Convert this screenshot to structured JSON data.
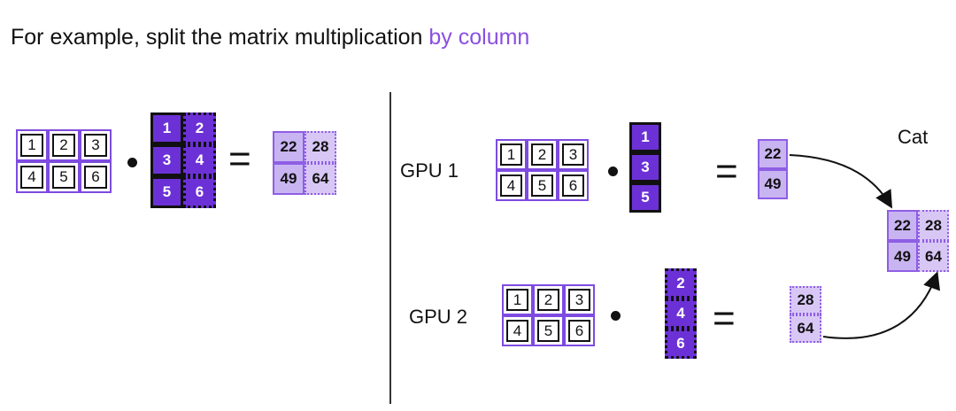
{
  "title": {
    "prefix": "For example, split the matrix multiplication ",
    "accent": "by column",
    "accent_color": "#8a4fe0"
  },
  "colors": {
    "cell_border": "#7e4be0",
    "dark_cell": "#6c31d6",
    "result_cell": "#c9b4f2"
  },
  "left": {
    "A": [
      [
        "1",
        "2",
        "3"
      ],
      [
        "4",
        "5",
        "6"
      ]
    ],
    "B": [
      [
        "1",
        "2"
      ],
      [
        "3",
        "4"
      ],
      [
        "5",
        "6"
      ]
    ],
    "C": [
      [
        "22",
        "28"
      ],
      [
        "49",
        "64"
      ]
    ]
  },
  "gpu1": {
    "label": "GPU 1",
    "A": [
      [
        "1",
        "2",
        "3"
      ],
      [
        "4",
        "5",
        "6"
      ]
    ],
    "B": [
      "1",
      "3",
      "5"
    ],
    "C": [
      "22",
      "49"
    ]
  },
  "gpu2": {
    "label": "GPU 2",
    "A": [
      [
        "1",
        "2",
        "3"
      ],
      [
        "4",
        "5",
        "6"
      ]
    ],
    "B": [
      "2",
      "4",
      "6"
    ],
    "C": [
      "28",
      "64"
    ]
  },
  "cat": {
    "label": "Cat",
    "C": [
      [
        "22",
        "28"
      ],
      [
        "49",
        "64"
      ]
    ]
  }
}
